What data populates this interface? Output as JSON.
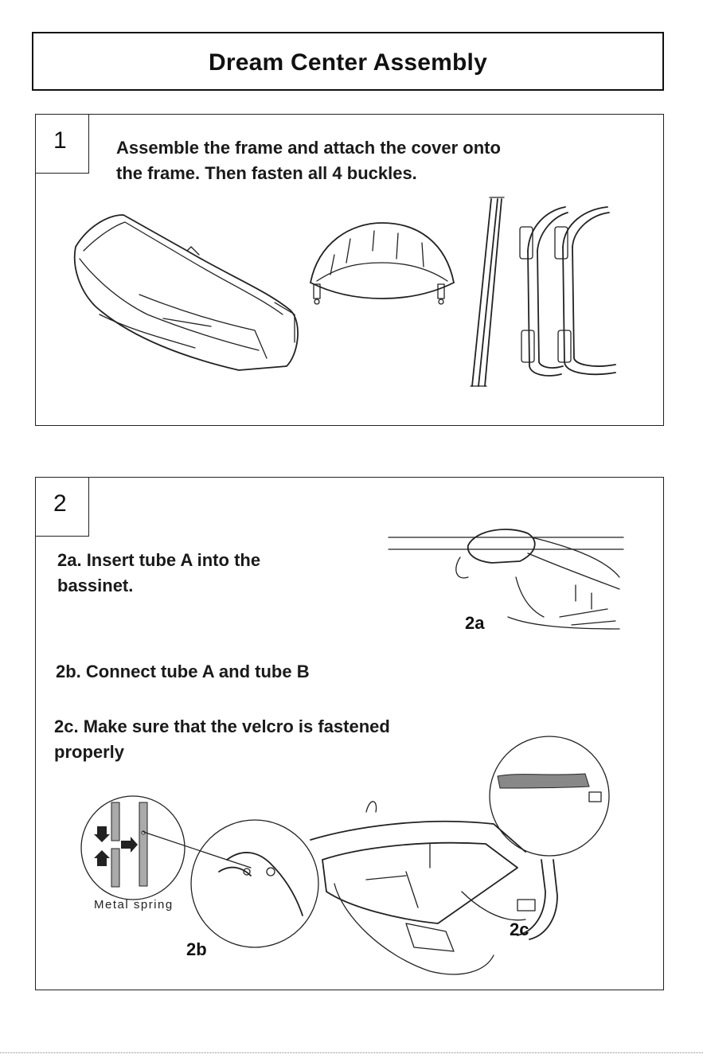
{
  "title": "Dream Center Assembly",
  "step1": {
    "number": "1",
    "text_line1": "Assemble the frame and attach the cover onto",
    "text_line2": "the frame. Then fasten all 4 buckles."
  },
  "step2": {
    "number": "2",
    "a_line1": "2a. Insert tube A into the",
    "a_line2": "bassinet.",
    "a_label": "2a",
    "b_text": "2b. Connect tube A and tube B",
    "c_line1": "2c. Make sure that the velcro is fastened",
    "c_line2": "properly",
    "metal_spring": "Metal spring",
    "b_label": "2b",
    "c_label": "2c"
  }
}
